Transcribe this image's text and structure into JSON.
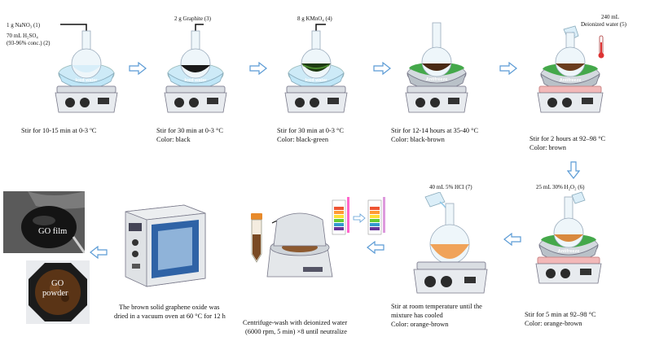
{
  "steps": [
    {
      "reagent_lines": [
        "1 g NaNO₃ (1)",
        "70 mL H₂SO₄",
        "(93-96% conc.) (2)"
      ],
      "bath": "Iced water",
      "caption": [
        "Stir for 10-15 min at 0-3 ºC"
      ]
    },
    {
      "reagent_lines": [
        "2 g Graphite (3)"
      ],
      "bath": "Iced water",
      "caption": [
        "Stir for 30 min at 0-3 °C",
        "Color: black"
      ]
    },
    {
      "reagent_lines": [
        "8 g KMnO₄ (4)"
      ],
      "bath": "Iced water",
      "caption": [
        "Stir for 30 min at 0-3 °C",
        "Color: black-green"
      ]
    },
    {
      "reagent_lines": [],
      "bath": "Antifreeze",
      "caption": [
        "Stir for 12-14 hours at 35-40 °C",
        "Color: black-brown"
      ]
    },
    {
      "reagent_lines": [
        "240 mL",
        "Deionized water (5)"
      ],
      "bath": "Antifreeze",
      "caption": [
        "Stir for 2 hours at 92–98 °C",
        "Color: brown"
      ]
    },
    {
      "reagent_lines": [
        "25 mL 30% H₂O₂ (6)"
      ],
      "bath": "Antifreeze",
      "caption": [
        "Stir for 5 min at 92–98 °C",
        "Color: orange-brown"
      ]
    },
    {
      "reagent_lines": [
        "40 mL 5% HCl (7)"
      ],
      "bath": "",
      "caption": [
        "Stir at room temperature until the",
        "mixture has cooled",
        "Color: orange-brown"
      ]
    },
    {
      "reagent_lines": [],
      "bath": "",
      "caption": [
        "Centrifuge-wash with deionized water",
        "(6000 rpm, 5 min) ×8 until neutralize"
      ]
    },
    {
      "reagent_lines": [],
      "bath": "",
      "caption": [
        "The brown solid graphene oxide was",
        "dried in a vacuum oven at 60 °C for 12 h"
      ]
    }
  ],
  "products": {
    "film_label": "GO film",
    "powder_label": [
      "GO",
      "powder"
    ]
  },
  "colors": {
    "arrow": "#5b9bd5",
    "ice": "#bfe6f7",
    "black": "#1a1a1a",
    "green": "#3d7a2a",
    "brown": "#6b3d1e",
    "orange": "#e08a3c",
    "antifreeze": "#44a84a",
    "hotplate_top": "#f2b8b8"
  }
}
